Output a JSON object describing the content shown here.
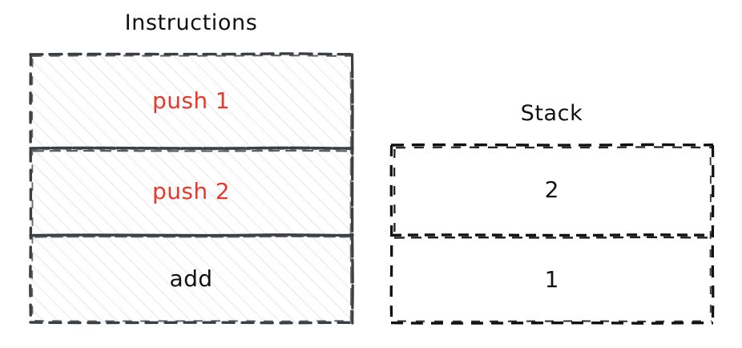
{
  "diagram": {
    "style": "hand-drawn-sketch",
    "background_color": "#ffffff",
    "accent_color": "#e8372b",
    "ink_color": "#3a3f44",
    "stack_ink_color": "#111111",
    "hatch_color": "#e9e9e9"
  },
  "instructions": {
    "title": "Instructions",
    "rows": [
      {
        "text": "push 1",
        "color": "#e8372b",
        "highlighted": true
      },
      {
        "text": "push 2",
        "color": "#e8372b",
        "highlighted": true
      },
      {
        "text": "add",
        "color": "#111111",
        "highlighted": false
      }
    ]
  },
  "stack": {
    "title": "Stack",
    "cells": [
      {
        "value": "2",
        "position": "top"
      },
      {
        "value": "1",
        "position": "bottom"
      }
    ]
  }
}
